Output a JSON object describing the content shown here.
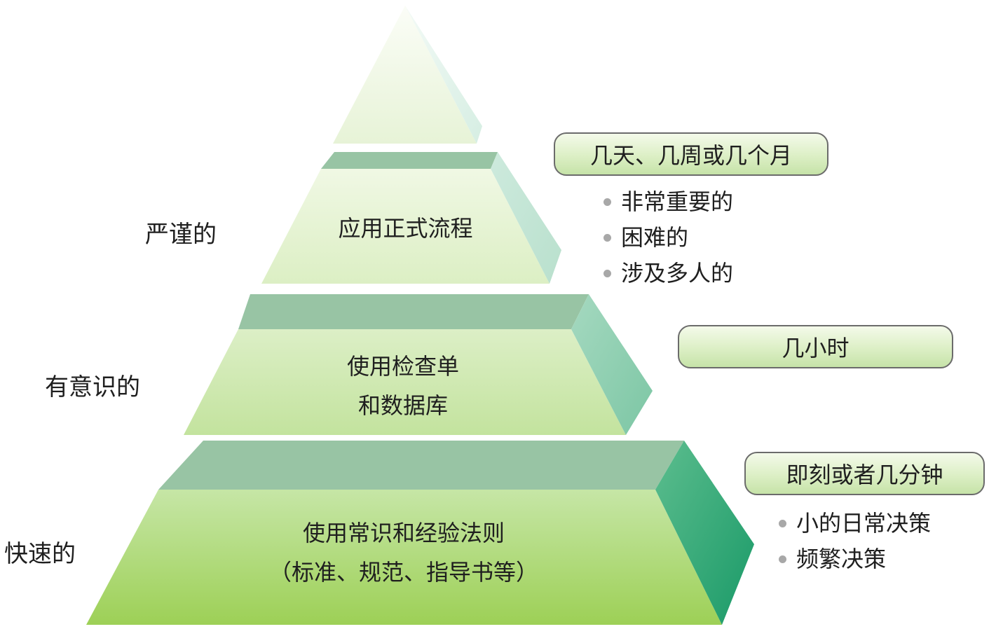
{
  "left_labels": {
    "rigorous": "严谨的",
    "conscious": "有意识的",
    "fast": "快速的"
  },
  "tiers": {
    "top": {
      "lines": [
        "应用正式流程"
      ]
    },
    "middle": {
      "lines": [
        "使用检查单",
        "和数据库"
      ]
    },
    "bottom": {
      "lines": [
        "使用常识和经验法则",
        "（标准、规范、指导书等）"
      ]
    }
  },
  "time_boxes": {
    "top": "几天、几周或几个月",
    "middle": "几小时",
    "bottom": "即刻或者几分钟"
  },
  "bullets": {
    "top": [
      "非常重要的",
      "困难的",
      "涉及多人的"
    ],
    "bottom": [
      "小的日常决策",
      "频繁决策"
    ]
  },
  "colors": {
    "bullet_dot": "#a8a8a8",
    "pill_border": "#6b6b6b",
    "tier_top_band": "#98c4a4",
    "side_dark": "#1e9c6c"
  }
}
